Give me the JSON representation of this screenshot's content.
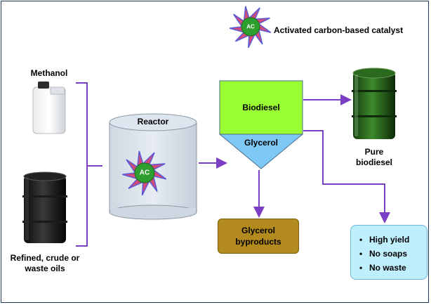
{
  "legend": {
    "catalyst_badge": "AC",
    "catalyst_label": "Activated carbon-based catalyst"
  },
  "inputs": {
    "methanol_label": "Methanol",
    "oils_label_line1": "Refined, crude or",
    "oils_label_line2": "waste oils"
  },
  "reactor": {
    "label": "Reactor",
    "catalyst_badge": "AC"
  },
  "separator": {
    "top_layer": "Biodiesel",
    "bottom_layer": "Glycerol"
  },
  "product": {
    "label_line1": "Pure",
    "label_line2": "biodiesel"
  },
  "byproduct": {
    "line1": "Glycerol",
    "line2": "byproducts"
  },
  "results": {
    "items": [
      "High yield",
      "No soaps",
      "No waste"
    ]
  },
  "colors": {
    "arrow": "#7b3fc4",
    "biodiesel": "#99ff33",
    "glycerol": "#7ec8f5",
    "byproduct": "#b28a1e",
    "results": "#bfeefc",
    "catalyst_core": "#2e9e2e",
    "catalyst_spikes": "#d64a7a"
  }
}
